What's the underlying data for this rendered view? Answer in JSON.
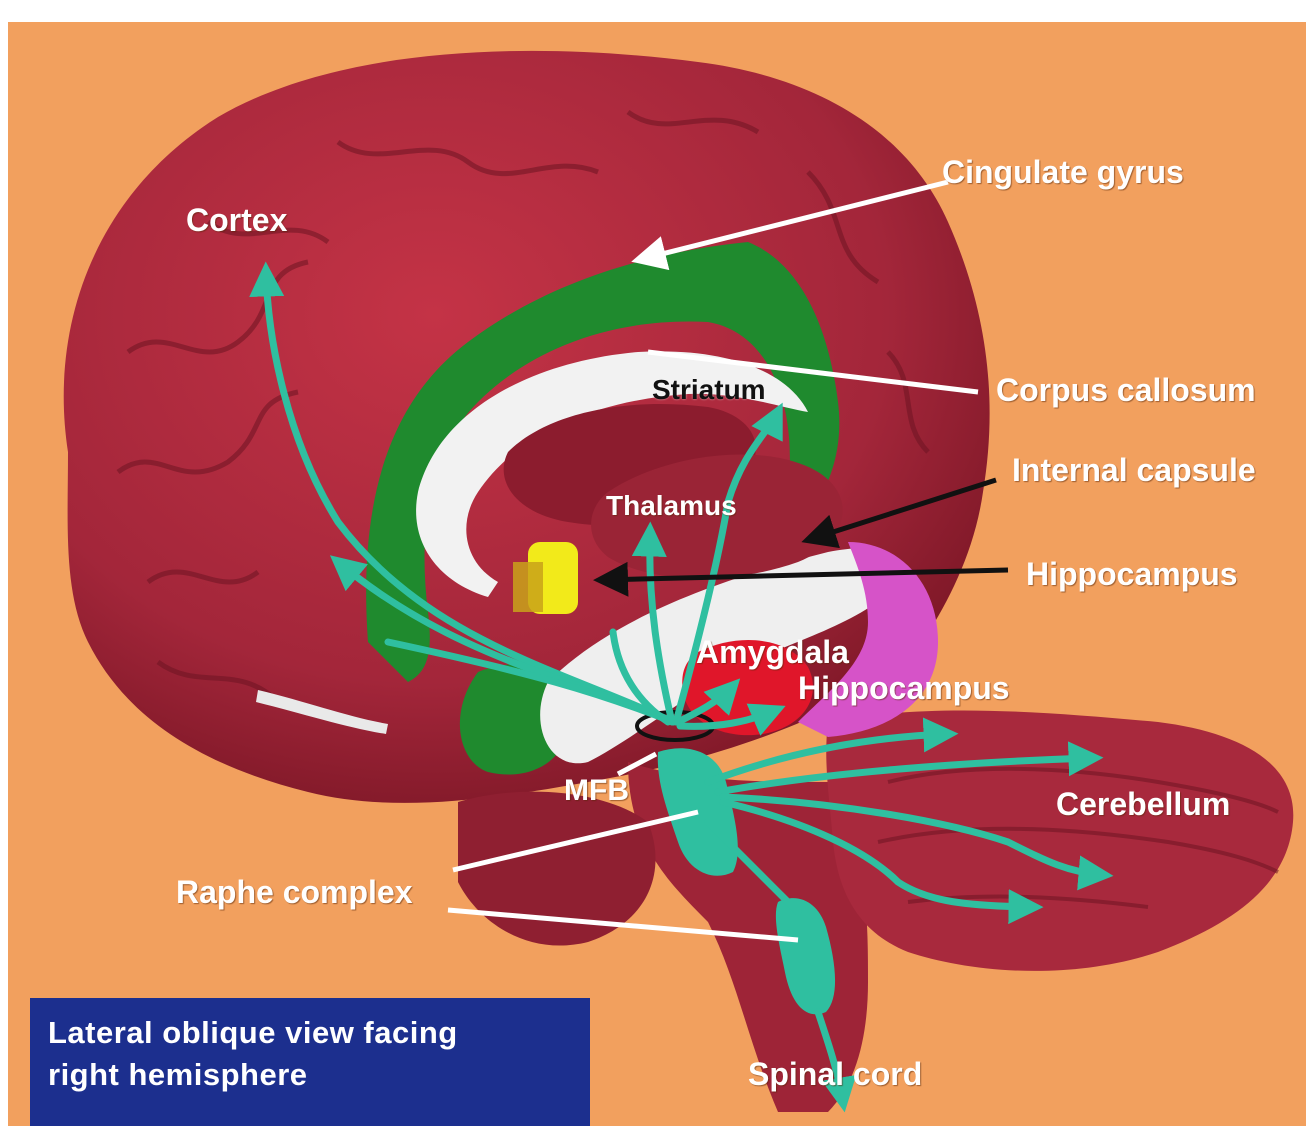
{
  "labels": {
    "cortex": "Cortex",
    "cingulate_gyrus": "Cingulate gyrus",
    "striatum": "Striatum",
    "corpus_callosum": "Corpus callosum",
    "internal_capsule": "Internal capsule",
    "thalamus": "Thalamus",
    "hippocampus_upper": "Hippocampus",
    "amygdala": "Amygdala",
    "hippocampus_lower": "Hippocampus",
    "mfb": "MFB",
    "cerebellum": "Cerebellum",
    "raphe_complex": "Raphe complex",
    "spinal_cord": "Spinal cord"
  },
  "caption": {
    "line1": "Lateral oblique view facing",
    "line2": "right hemisphere"
  },
  "colors": {
    "background": "#f2a05e",
    "brain": "#a3263a",
    "cingulate": "#1f8a2e",
    "white_matter": "#f2f2f2",
    "pathway": "#2fbfa0",
    "amygdala": "#e0162a",
    "hippocampus": "#d653c8",
    "striatum_marker": "#f2ea1a",
    "caption_box": "#1c2f8e"
  }
}
